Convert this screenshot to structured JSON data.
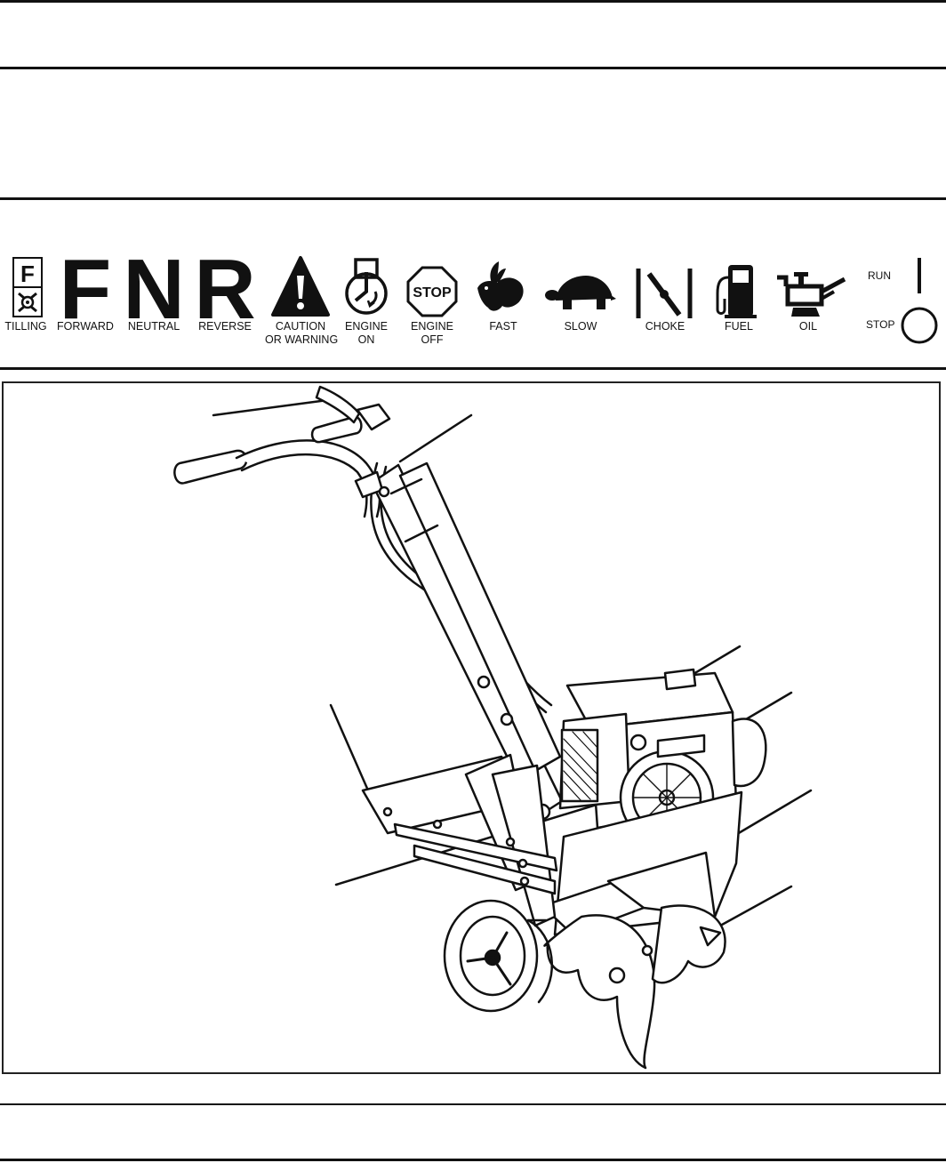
{
  "symbols": [
    {
      "name": "tilling",
      "label": "TILLING",
      "label2": "",
      "icon": "tilling-icon"
    },
    {
      "name": "forward",
      "label": "FORWARD",
      "label2": "",
      "icon": "letter-f-icon"
    },
    {
      "name": "neutral",
      "label": "NEUTRAL",
      "label2": "",
      "icon": "letter-n-icon"
    },
    {
      "name": "reverse",
      "label": "REVERSE",
      "label2": "",
      "icon": "letter-r-icon"
    },
    {
      "name": "caution",
      "label": "CAUTION",
      "label2": "OR WARNING",
      "icon": "warning-triangle-icon"
    },
    {
      "name": "engine-on",
      "label": "ENGINE",
      "label2": "ON",
      "icon": "engine-on-icon"
    },
    {
      "name": "engine-off",
      "label": "ENGINE",
      "label2": "OFF",
      "icon": "stop-sign-icon"
    },
    {
      "name": "fast",
      "label": "FAST",
      "label2": "",
      "icon": "rabbit-icon"
    },
    {
      "name": "slow",
      "label": "SLOW",
      "label2": "",
      "icon": "turtle-icon"
    },
    {
      "name": "choke",
      "label": "CHOKE",
      "label2": "",
      "icon": "choke-icon"
    },
    {
      "name": "fuel",
      "label": "FUEL",
      "label2": "",
      "icon": "fuel-pump-icon"
    },
    {
      "name": "oil",
      "label": "OIL",
      "label2": "",
      "icon": "oil-can-icon"
    }
  ],
  "tilling_letter": "F",
  "forward_letter": "F",
  "neutral_letter": "N",
  "reverse_letter": "R",
  "stop_sign_text": "STOP",
  "run_label": "RUN",
  "stop_label": "STOP",
  "colors": {
    "ink": "#111111",
    "paper": "#ffffff"
  }
}
